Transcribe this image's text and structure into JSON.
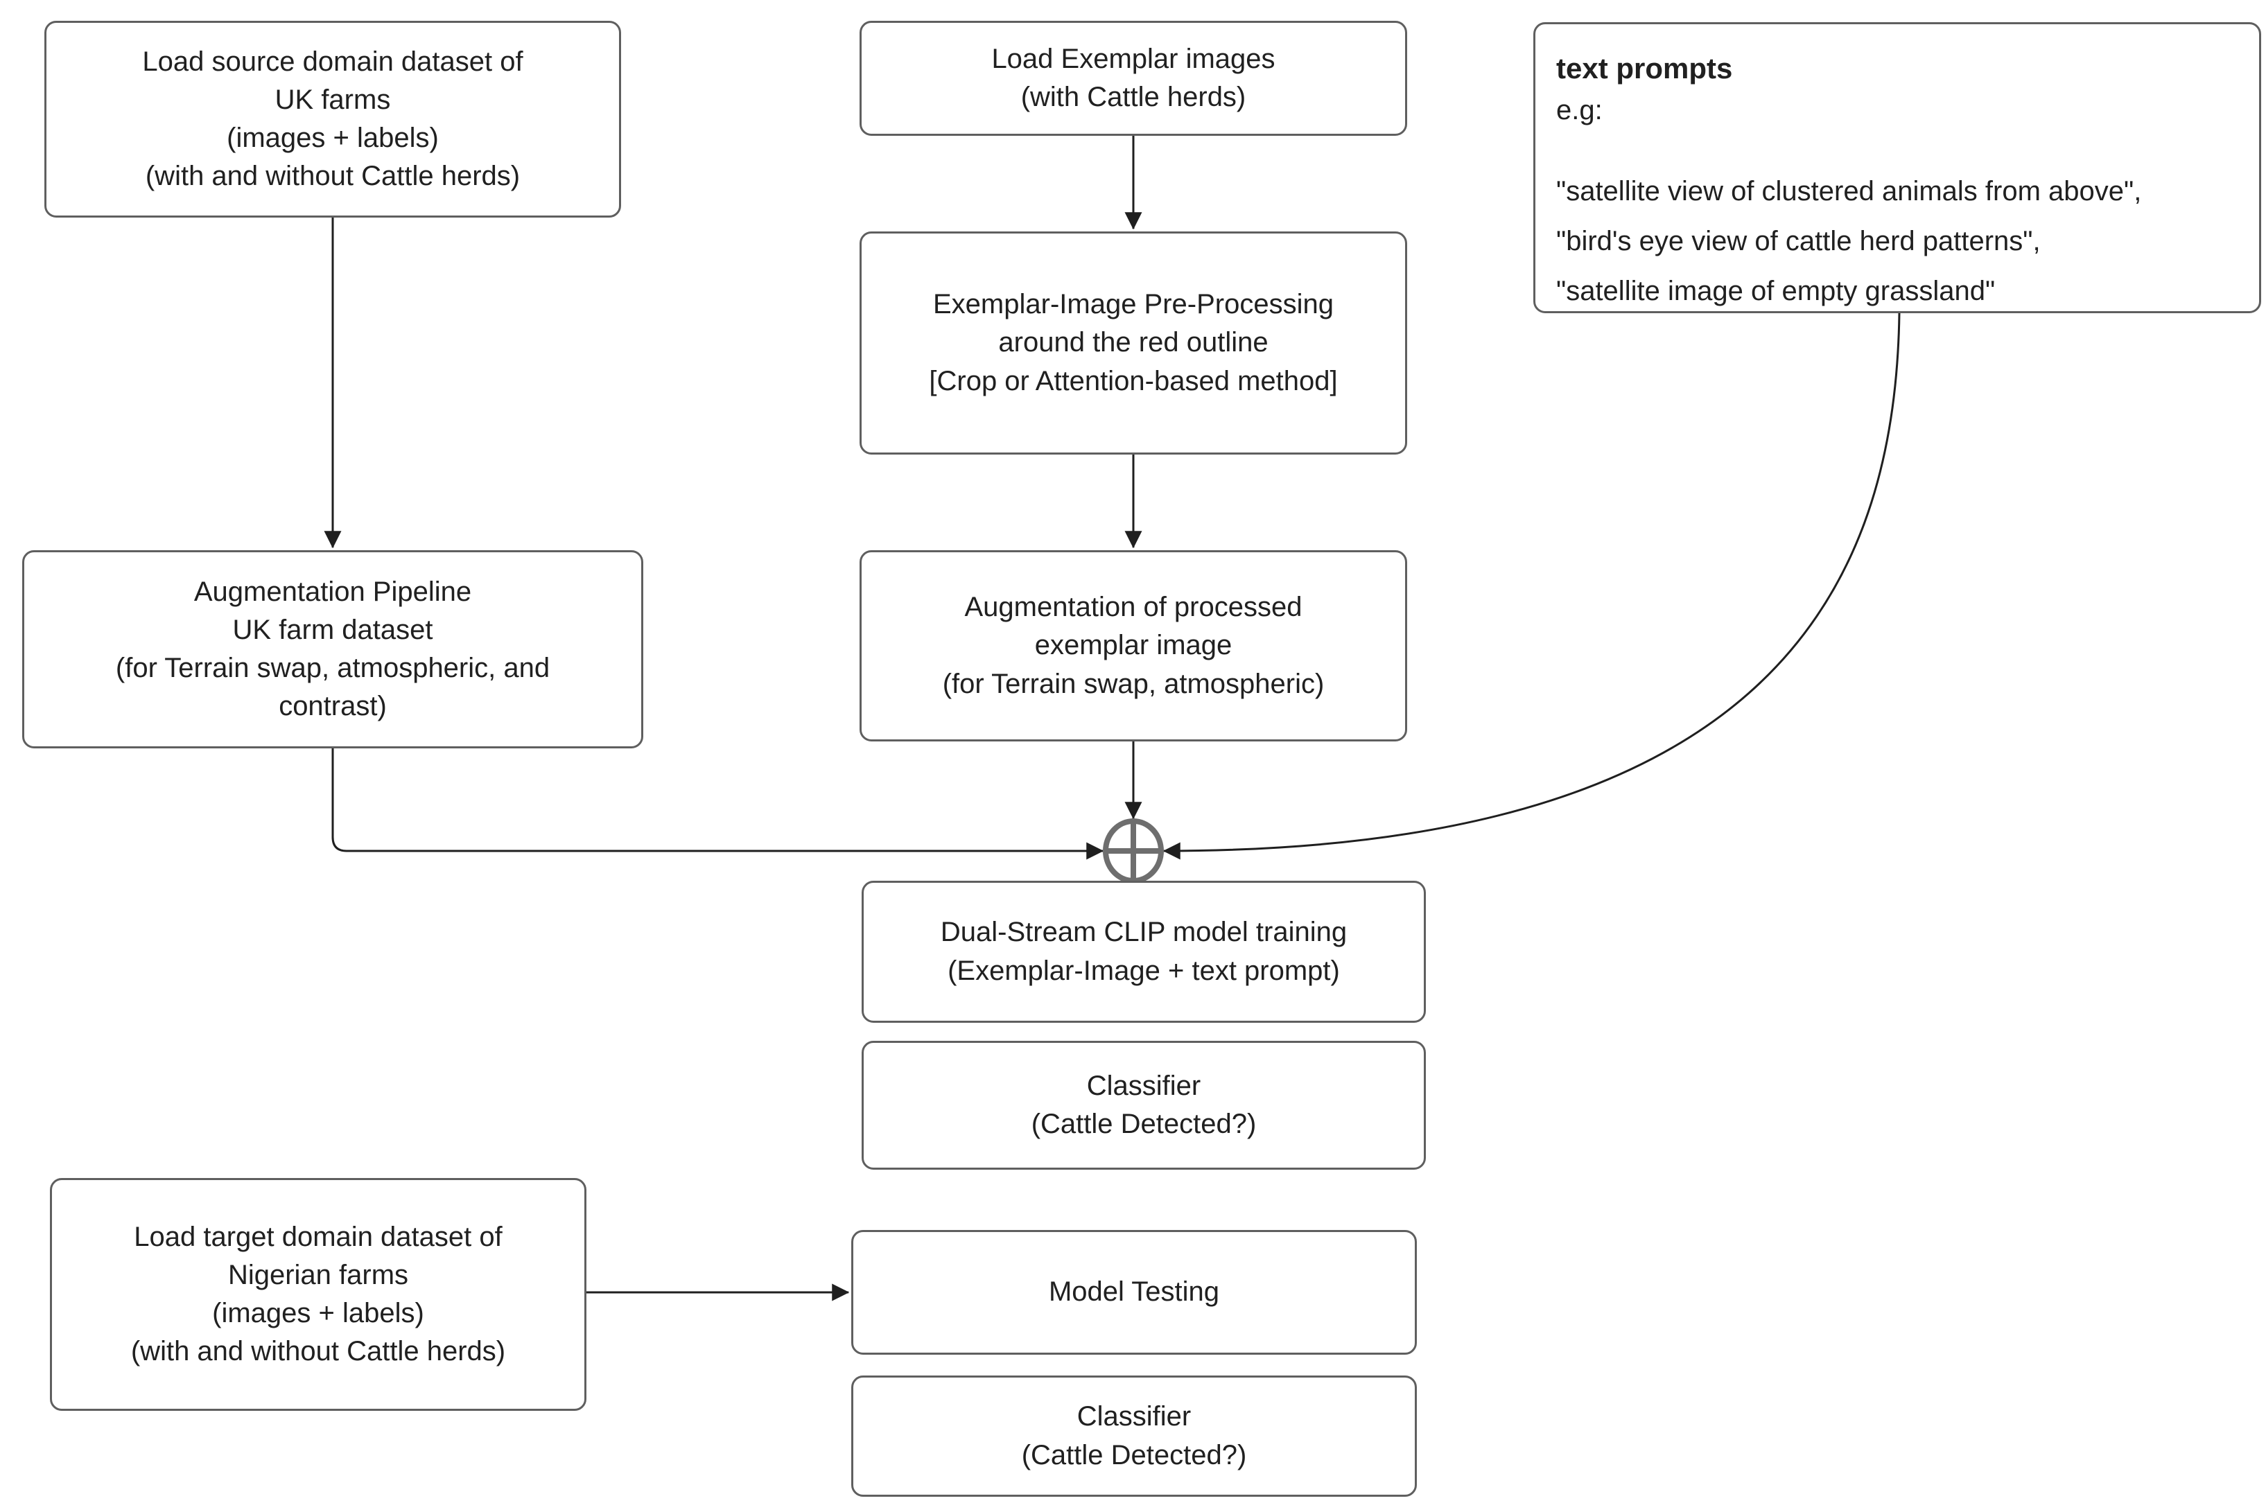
{
  "diagram": {
    "boxes": {
      "load_source": {
        "lines": [
          "Load source domain dataset of",
          "UK farms",
          "(images + labels)",
          "(with and without Cattle herds)"
        ]
      },
      "load_exemplar": {
        "lines": [
          "Load Exemplar images",
          "(with Cattle herds)"
        ]
      },
      "text_prompts": {
        "title": "text prompts",
        "eg": "e.g:",
        "prompts": [
          "\"satellite view of clustered animals from above\",",
          "\"bird's eye view of cattle herd patterns\",",
          "\"satellite image of empty grassland\""
        ]
      },
      "pre_processing": {
        "lines": [
          "Exemplar-Image Pre-Processing",
          "around the red outline",
          "[Crop or Attention-based method]"
        ]
      },
      "aug_pipeline": {
        "lines": [
          "Augmentation Pipeline",
          "UK farm dataset",
          "(for Terrain swap, atmospheric, and",
          "contrast)"
        ]
      },
      "aug_exemplar": {
        "lines": [
          "Augmentation of processed",
          "exemplar image",
          "(for Terrain swap, atmospheric)"
        ]
      },
      "clip_training": {
        "lines": [
          "Dual-Stream CLIP model training",
          "(Exemplar-Image + text prompt)"
        ]
      },
      "classifier_train": {
        "lines": [
          "Classifier",
          "(Cattle Detected?)"
        ]
      },
      "load_target": {
        "lines": [
          "Load target domain dataset of",
          "Nigerian farms",
          "(images + labels)",
          "(with and without Cattle herds)"
        ]
      },
      "model_testing": {
        "lines": [
          "Model Testing"
        ]
      },
      "classifier_test": {
        "lines": [
          "Classifier",
          "(Cattle Detected?)"
        ]
      }
    },
    "merge_symbol": "plus-circle-icon",
    "colors": {
      "background": "#ffffff",
      "box_fill": "#ffffff",
      "box_border": "#5f5f5f",
      "text": "#202020",
      "arrow": "#1f1f1f",
      "merge": "#6e6e6e"
    }
  }
}
